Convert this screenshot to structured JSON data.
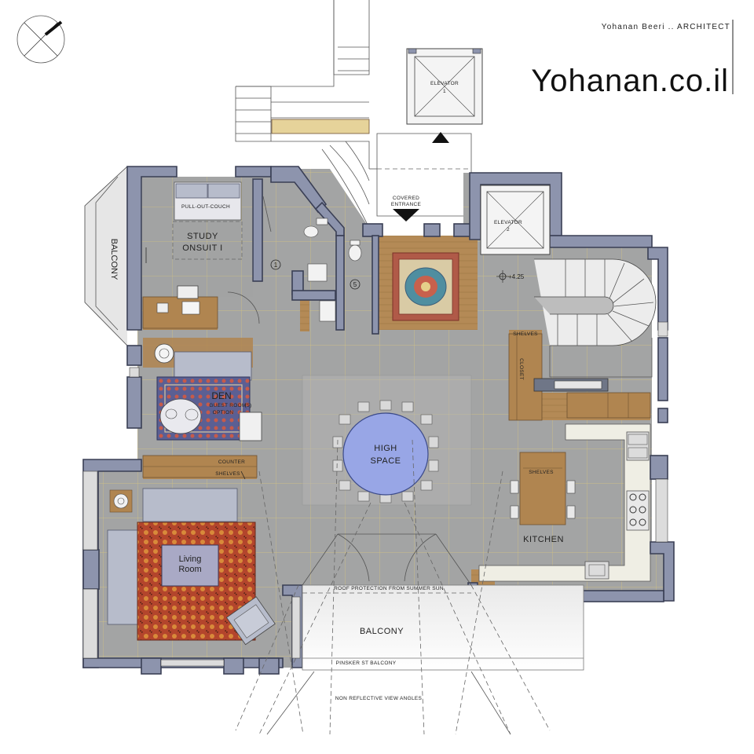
{
  "header": {
    "architect_line": "Yohanan Beeri .. ARCHITECT",
    "logo_text": "Yohanan.co.il"
  },
  "icons": {
    "north_arrow": "compass-circle-icon",
    "entrance_marker": "triangle-down-icon",
    "up_marker": "triangle-up-icon",
    "level_marker": "level-crosshair-icon"
  },
  "labels": {
    "elevator_1": "ELEVATOR",
    "elevator_1_num": "1",
    "elevator_2": "ELEVATOR",
    "elevator_2_num": "2",
    "covered_entrance_1": "COVERED",
    "covered_entrance_2": "ENTRANCE",
    "level": "+4.25",
    "study_1": "STUDY",
    "study_2": "ONSUIT I",
    "pull_out_couch": "PULL-OUT-COUCH",
    "balcony_side": "BALCONY",
    "bath_1": "1",
    "bath_5": "5",
    "shelves_closet": "SHELVES",
    "closet": "CLOSET",
    "den": "DEN",
    "den_sub": "GUEST ROOM",
    "den_sub_2": "OPTION",
    "den_sub_3": "(5)",
    "counter": "COUNTER",
    "shelves_den": "SHELVES",
    "high_space_1": "HIGH",
    "high_space_2": "SPACE",
    "shelves_kitchen": "SHELVES",
    "kitchen": "KITCHEN",
    "living_1": "Living",
    "living_2": "Room",
    "roof_protection": "ROOF PROTECTION FROM SUMMER SUN",
    "balcony_main": "BALCONY",
    "pinsker": "PINSKER ST BALCONY",
    "non_reflective": "NON REFLECTIVE VIEW ANGLES"
  },
  "colors": {
    "floor": "#9fa0a0",
    "wall": "#8d94ad",
    "wood": "#b08550",
    "table": "#98a6e6",
    "rug_living": "#b3452c",
    "rug_entrance": "#b05a48",
    "rug_den": "#5b5f93"
  }
}
